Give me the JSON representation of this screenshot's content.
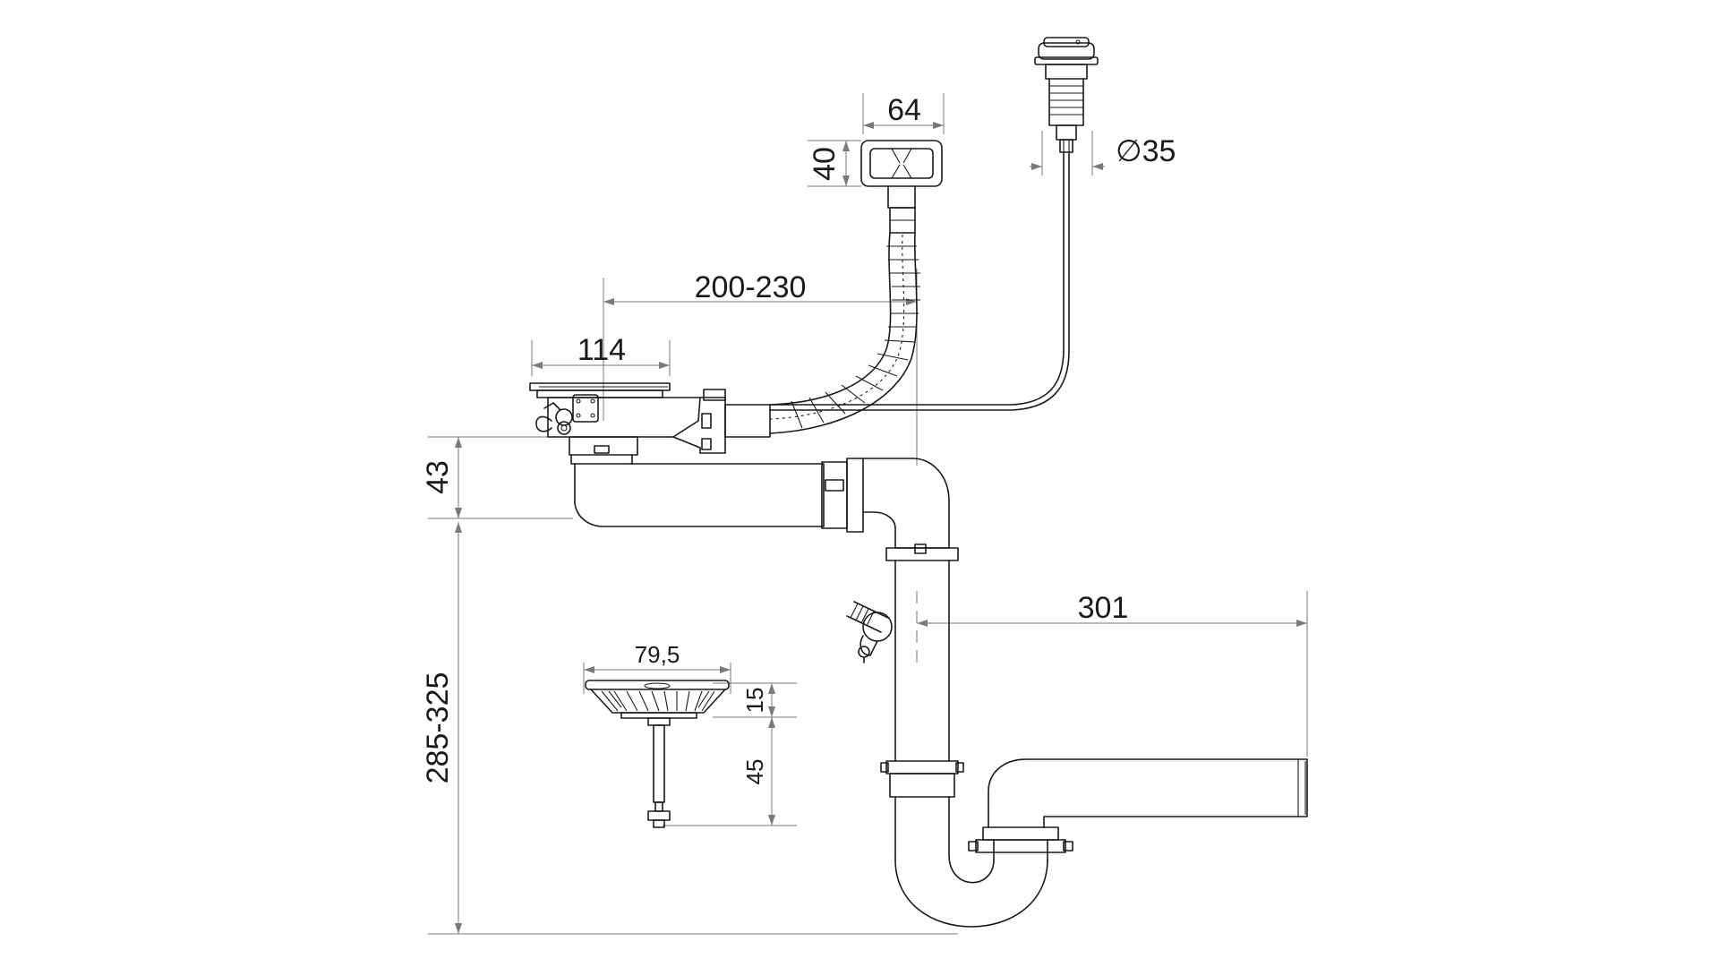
{
  "dimensions": {
    "outlet_width": "64",
    "outlet_height": "40",
    "button_diameter": "∅35",
    "overflow_reach": "200-230",
    "strainer_width": "114",
    "drop_height": "43",
    "trap_height": "285-325",
    "outlet_reach": "301",
    "basket_diameter": "79,5",
    "basket_height": "15",
    "stem_length": "45"
  },
  "colors": {
    "line": "#1a1a1a",
    "dimension": "#7a7a7a",
    "background": "#ffffff"
  }
}
